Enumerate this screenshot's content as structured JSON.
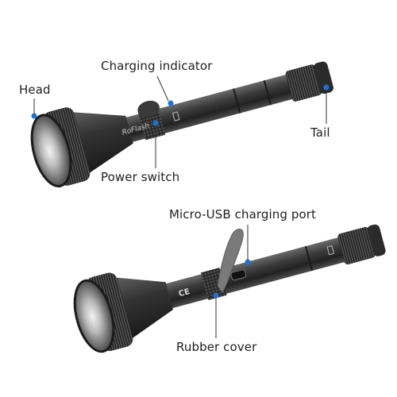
{
  "callouts": {
    "charging_indicator": "Charging indicator",
    "head": "Head",
    "tail": "Tail",
    "power_switch": "Power switch",
    "usb_port": "Micro-USB charging port",
    "rubber_cover": "Rubber cover"
  },
  "markings": {
    "brand": "RoFlash",
    "ce": "CE"
  },
  "colors": {
    "accent_dot": "#1a74d6",
    "leader_line": "#333333",
    "body_dark": "#2a2a2a",
    "body_mid": "#4a4a4a"
  }
}
